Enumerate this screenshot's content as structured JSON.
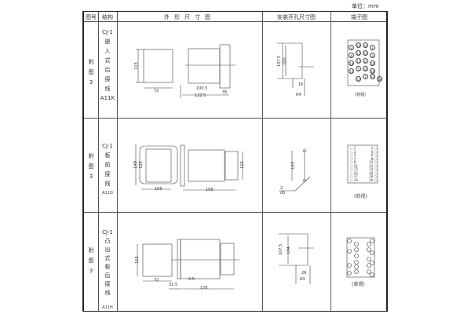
{
  "unit_label": "单位：mm",
  "headers": [
    "图号",
    "结构",
    "外形尺寸图",
    "安装开孔尺寸图",
    "端子图"
  ],
  "rows": [
    {
      "fig": [
        "附",
        "图",
        "3"
      ],
      "model": "CJ-1",
      "structure": [
        "嵌",
        "入",
        "式",
        "后",
        "接",
        "线"
      ],
      "code": "A11K",
      "outline_dims": [
        "115",
        "72",
        "100.5",
        "122.5",
        "35"
      ],
      "cutout_dims": [
        "107.5",
        "105",
        "16",
        "64"
      ],
      "terminals": [
        "2",
        "10",
        "9",
        "1",
        "4",
        "12",
        "11",
        "3",
        "14",
        "13",
        "6",
        "16",
        "15",
        "5",
        "8",
        "18",
        "17",
        "7",
        "20",
        "19"
      ],
      "view": "(背视)"
    },
    {
      "fig": [
        "附",
        "图",
        "3"
      ],
      "model": "CJ-1",
      "structure": [
        "板",
        "前",
        "接",
        "线"
      ],
      "code": "A11Q",
      "outline_dims": [
        "149",
        "125",
        "105",
        "156",
        "115"
      ],
      "cutout_dims": [
        "133",
        "2-d5"
      ],
      "terminals": [
        "1",
        "2",
        "3",
        "4",
        "5",
        "6",
        "7",
        "8",
        "9",
        "10",
        "11",
        "12",
        "13",
        "14",
        "15",
        "16",
        "17",
        "18",
        "19",
        "20"
      ],
      "view": "(前视)"
    },
    {
      "fig": [
        "附",
        "图",
        "3"
      ],
      "model": "CJ-1",
      "structure": [
        "凸",
        "出",
        "式",
        "板",
        "后",
        "接",
        "线"
      ],
      "code": "A11H",
      "outline_dims": [
        "115",
        "72",
        "9.5",
        "31.5",
        "126"
      ],
      "cutout_dims": [
        "107.5",
        "104",
        "26",
        "64"
      ],
      "terminals": [],
      "view": "(背视)"
    }
  ]
}
